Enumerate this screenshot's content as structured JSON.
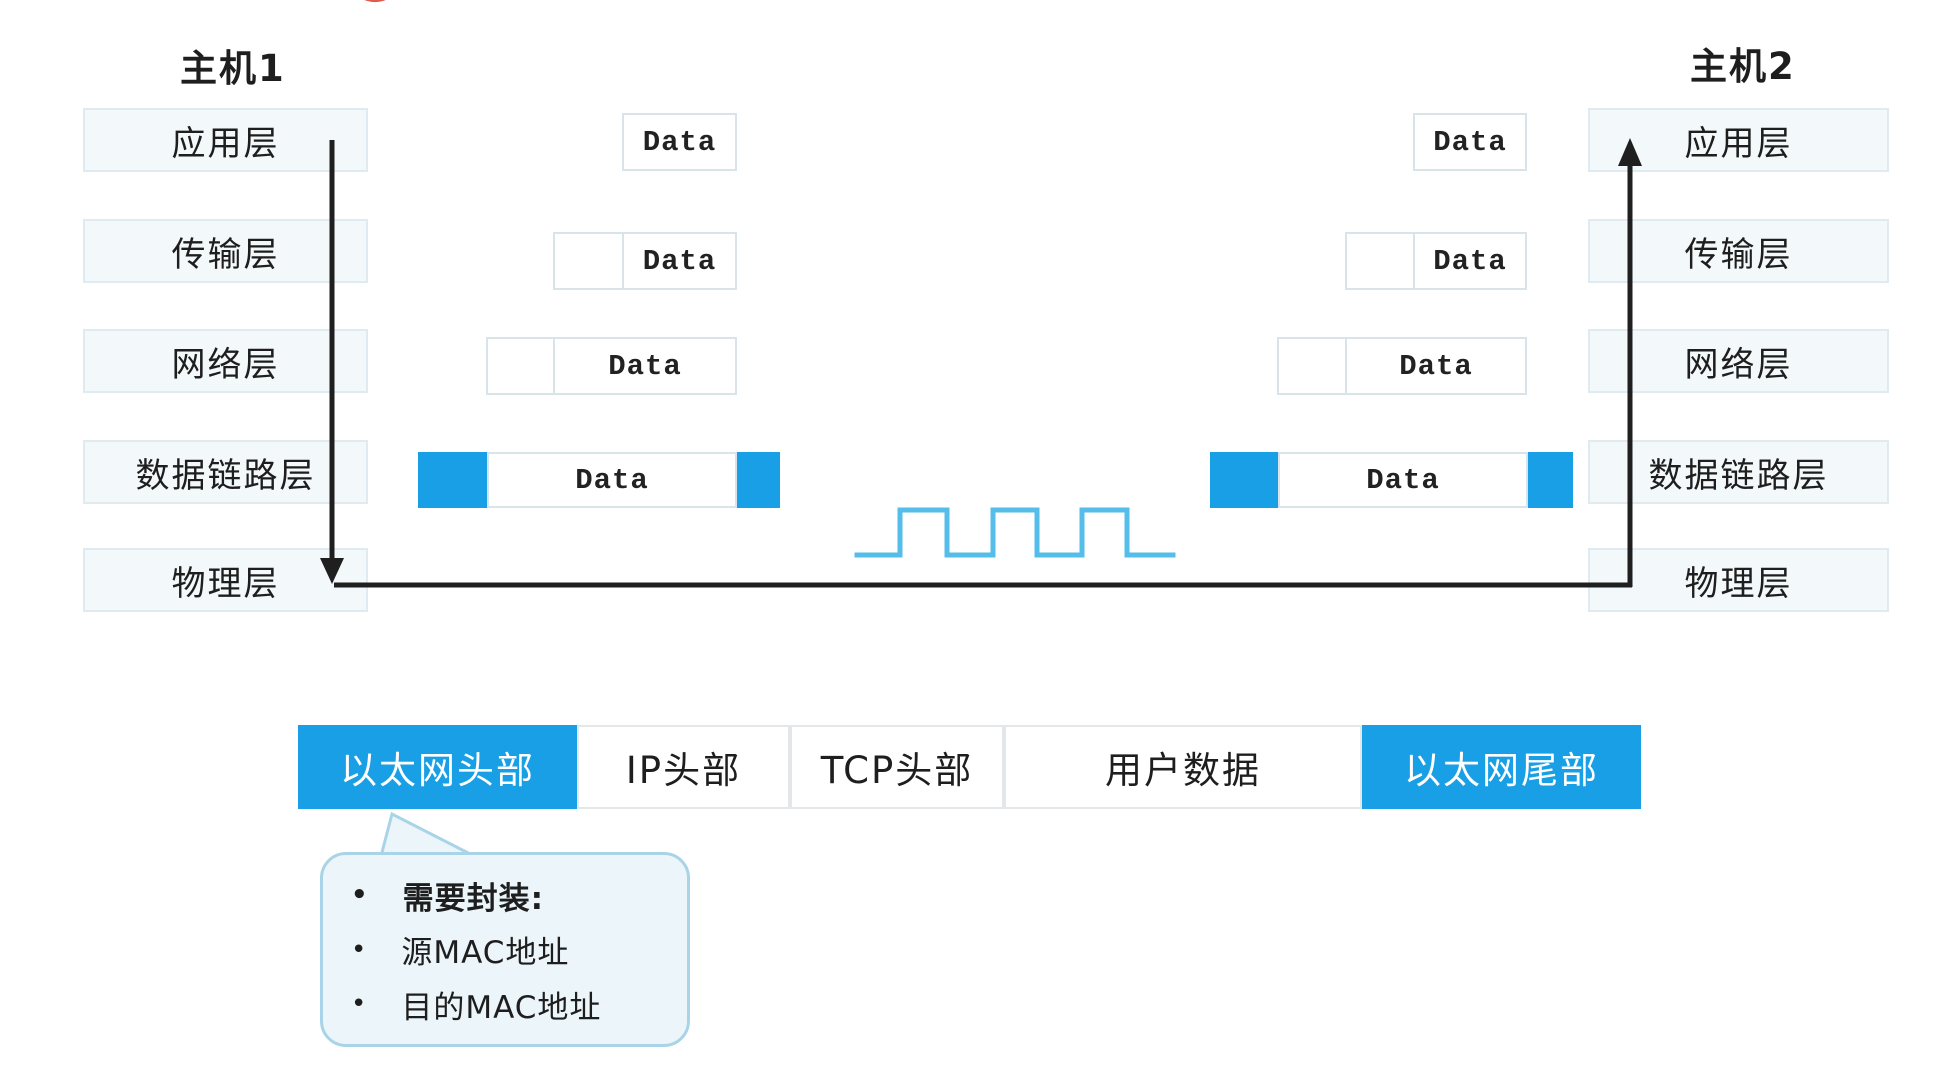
{
  "hosts": {
    "host1_title": "主机1",
    "host2_title": "主机2",
    "layers": [
      "应用层",
      "传输层",
      "网络层",
      "数据链路层",
      "物理层"
    ]
  },
  "encapsulation": {
    "data_label": "Data"
  },
  "frame": {
    "cells": [
      {
        "label": "以太网头部",
        "style": "blue"
      },
      {
        "label": "IP头部",
        "style": "white"
      },
      {
        "label": "TCP头部",
        "style": "white"
      },
      {
        "label": "用户数据",
        "style": "white"
      },
      {
        "label": "以太网尾部",
        "style": "blue"
      }
    ]
  },
  "callout": {
    "items": [
      {
        "text": "需要封装:",
        "bold": true
      },
      {
        "text": "源MAC地址",
        "bold": false
      },
      {
        "text": "目的MAC地址",
        "bold": false
      }
    ],
    "bullet": "•"
  },
  "colors": {
    "accent_blue": "#189fe6",
    "wave_blue": "#55bde9",
    "line_black": "#1f1f1f",
    "layer_fill": "#f3f8fb",
    "layer_border": "#dfeaf1",
    "bubble_fill": "#ecf5fa",
    "bubble_border": "#a9d4e8",
    "red_mark": "#e05a4e"
  }
}
